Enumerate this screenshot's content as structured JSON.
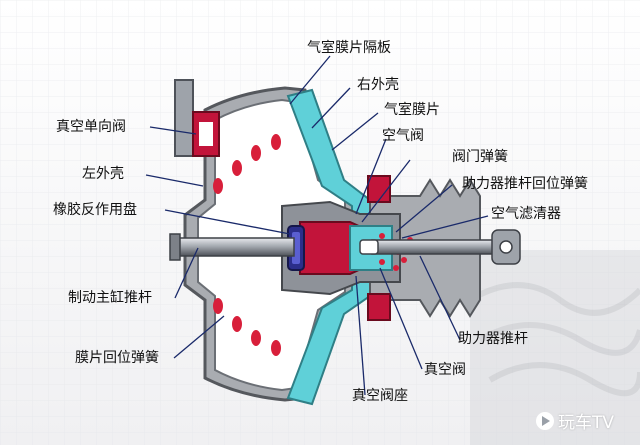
{
  "labels": {
    "diaphragm_partition": "气室膜片隔板",
    "right_shell": "右外壳",
    "chamber_diaphragm": "气室膜片",
    "vacuum_check_valve": "真空单向阀",
    "air_valve": "空气阀",
    "valve_spring": "阀门弹簧",
    "left_shell": "左外壳",
    "pushrod_return_spring": "助力器推杆回位弹簧",
    "rubber_reaction_disc": "橡胶反作用盘",
    "air_filter": "空气滤清器",
    "master_cylinder_pushrod": "制动主缸推杆",
    "booster_pushrod": "助力器推杆",
    "diaphragm_return_spring": "膜片回位弹簧",
    "vacuum_valve": "真空阀",
    "vacuum_valve_seat": "真空阀座"
  },
  "watermark": {
    "text": "玩车TV"
  },
  "colors": {
    "shell_gray": "#a9acb1",
    "shell_dark": "#55585d",
    "diaphragm_cyan": "#5fd0d8",
    "spring_red": "#d81f3a",
    "valve_red": "#c2143a",
    "label_text": "#111111",
    "leader_line": "#1a2a6a"
  }
}
